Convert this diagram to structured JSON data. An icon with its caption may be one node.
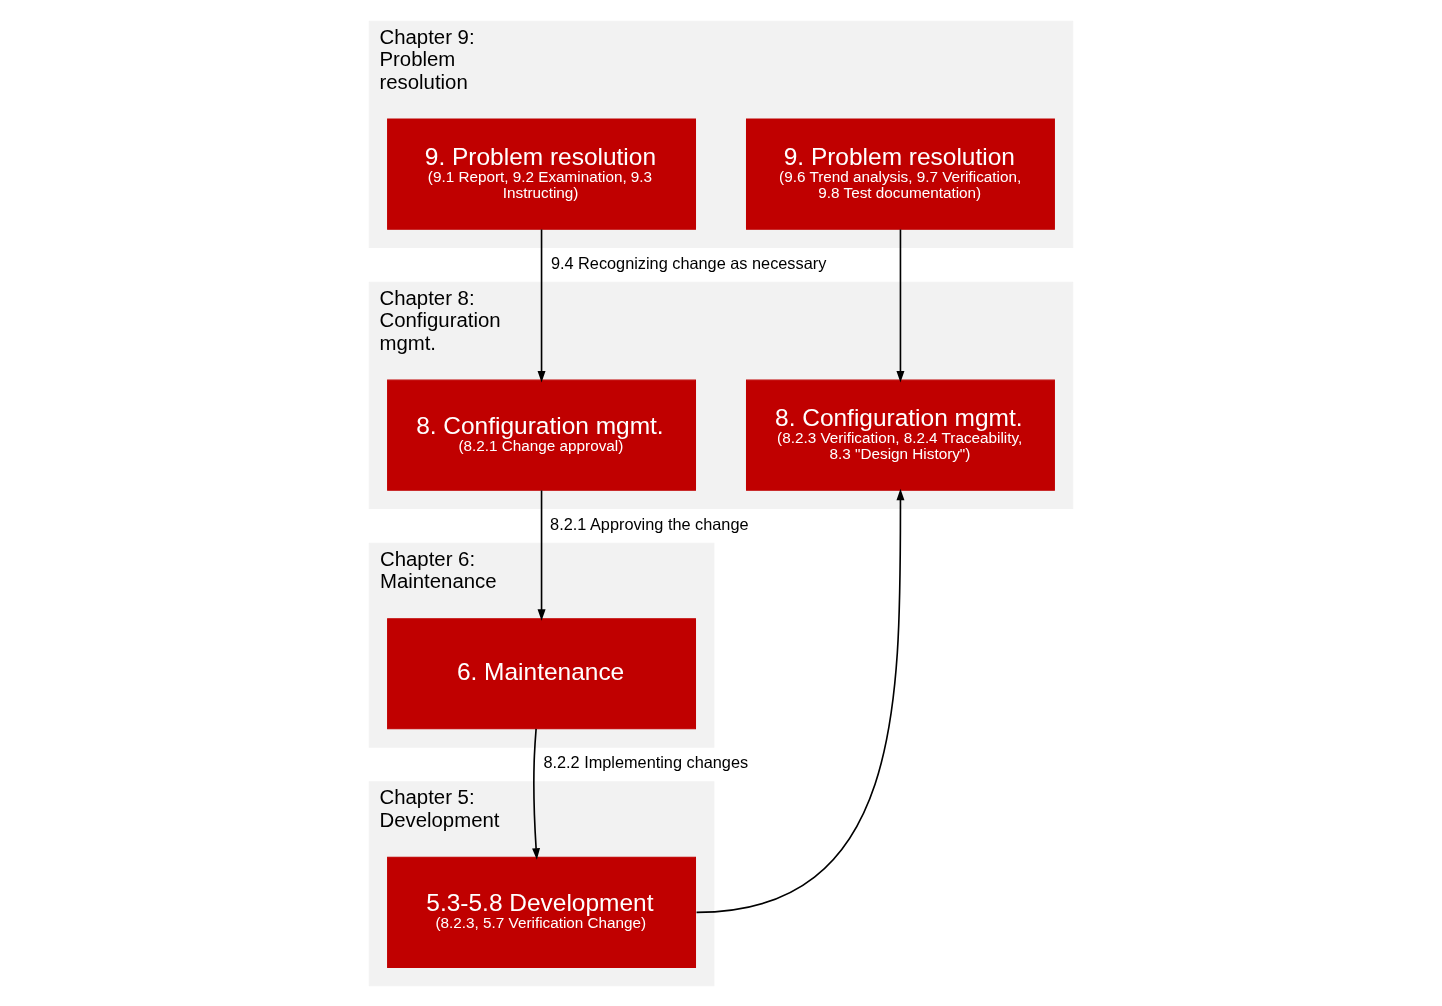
{
  "diagram": {
    "nodes": [
      {
        "text": [
          "Chapter 9: Problem resolution"
        ]
      },
      {
        "text": [
          "9. Problem resolution",
          "(9.1 Report, 9.2 Examination, 9.3 Instructing)"
        ],
        "in": 0
      },
      {
        "text": [
          "9. Problem resolution",
          "(9.6 Trend analysis, 9.7 Verification, 9.8 Test documentation)"
        ],
        "in": 0
      },
      {
        "text": [
          "Chapter 8: Configuration mgmt."
        ]
      },
      {
        "text": [
          "8. Configuration mgmt.",
          "(8.2.1 Change approval)"
        ],
        "in": 3
      },
      {
        "text": [
          "8. Configuration mgmt.",
          "(8.2.3 Verification, 8.2.4 Traceability, 8.3 \"Design History\")"
        ],
        "in": 3
      },
      {
        "text": [
          "Chapter 6: Maintenance"
        ]
      },
      {
        "text": [
          "6. Maintenance"
        ],
        "in": 6
      },
      {
        "text": [
          "Chapter 5: Development"
        ]
      },
      {
        "text": [
          "5.3-5.8 Development",
          "(8.2.3, 5.7 Verification Change)"
        ],
        "in": 8
      }
    ],
    "edges": [
      {
        "from": 1,
        "to": 4,
        "arrow": "to",
        "label": "9.4 Recognizing change as necessary"
      },
      {
        "from": 2,
        "to": 5,
        "arrow": "to"
      },
      {
        "from": 4,
        "to": 7,
        "arrow": "to",
        "label": "8.2.1 Approving the change"
      },
      {
        "from": 7,
        "to": 9,
        "arrow": "to",
        "label": "8.2.2 Implementing changes"
      },
      {
        "from": 9,
        "to": 5,
        "arrow": "to"
      }
    ]
  }
}
